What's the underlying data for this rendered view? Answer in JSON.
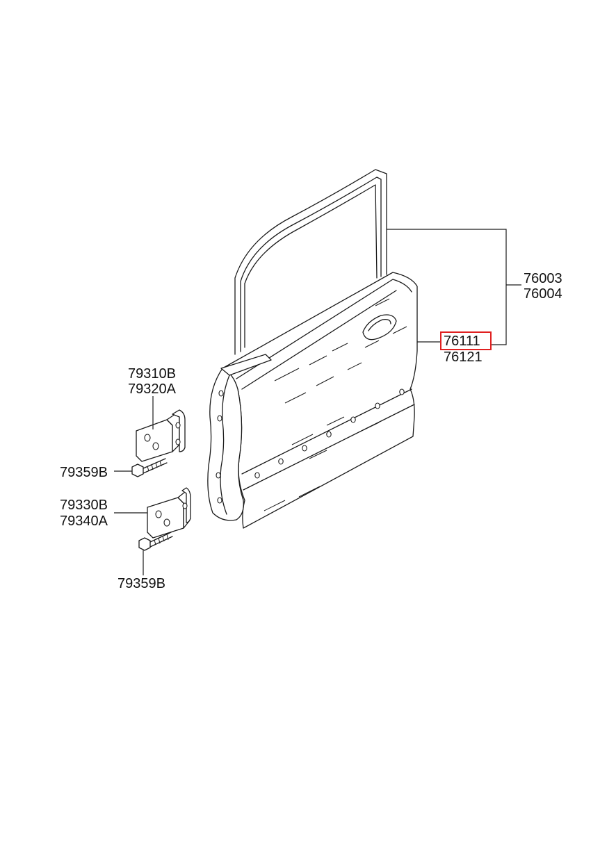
{
  "labels": {
    "door_assy_lh": "76003",
    "door_assy_rh": "76004",
    "door_panel_lh": "76111",
    "door_panel_rh": "76121",
    "upper_hinge_a": "79310B",
    "upper_hinge_b": "79320A",
    "upper_hinge_bolt": "79359B",
    "lower_hinge_a": "79330B",
    "lower_hinge_b": "79340A",
    "lower_hinge_bolt": "79359B"
  },
  "highlight": {
    "part": "76111",
    "color": "#e02020"
  }
}
